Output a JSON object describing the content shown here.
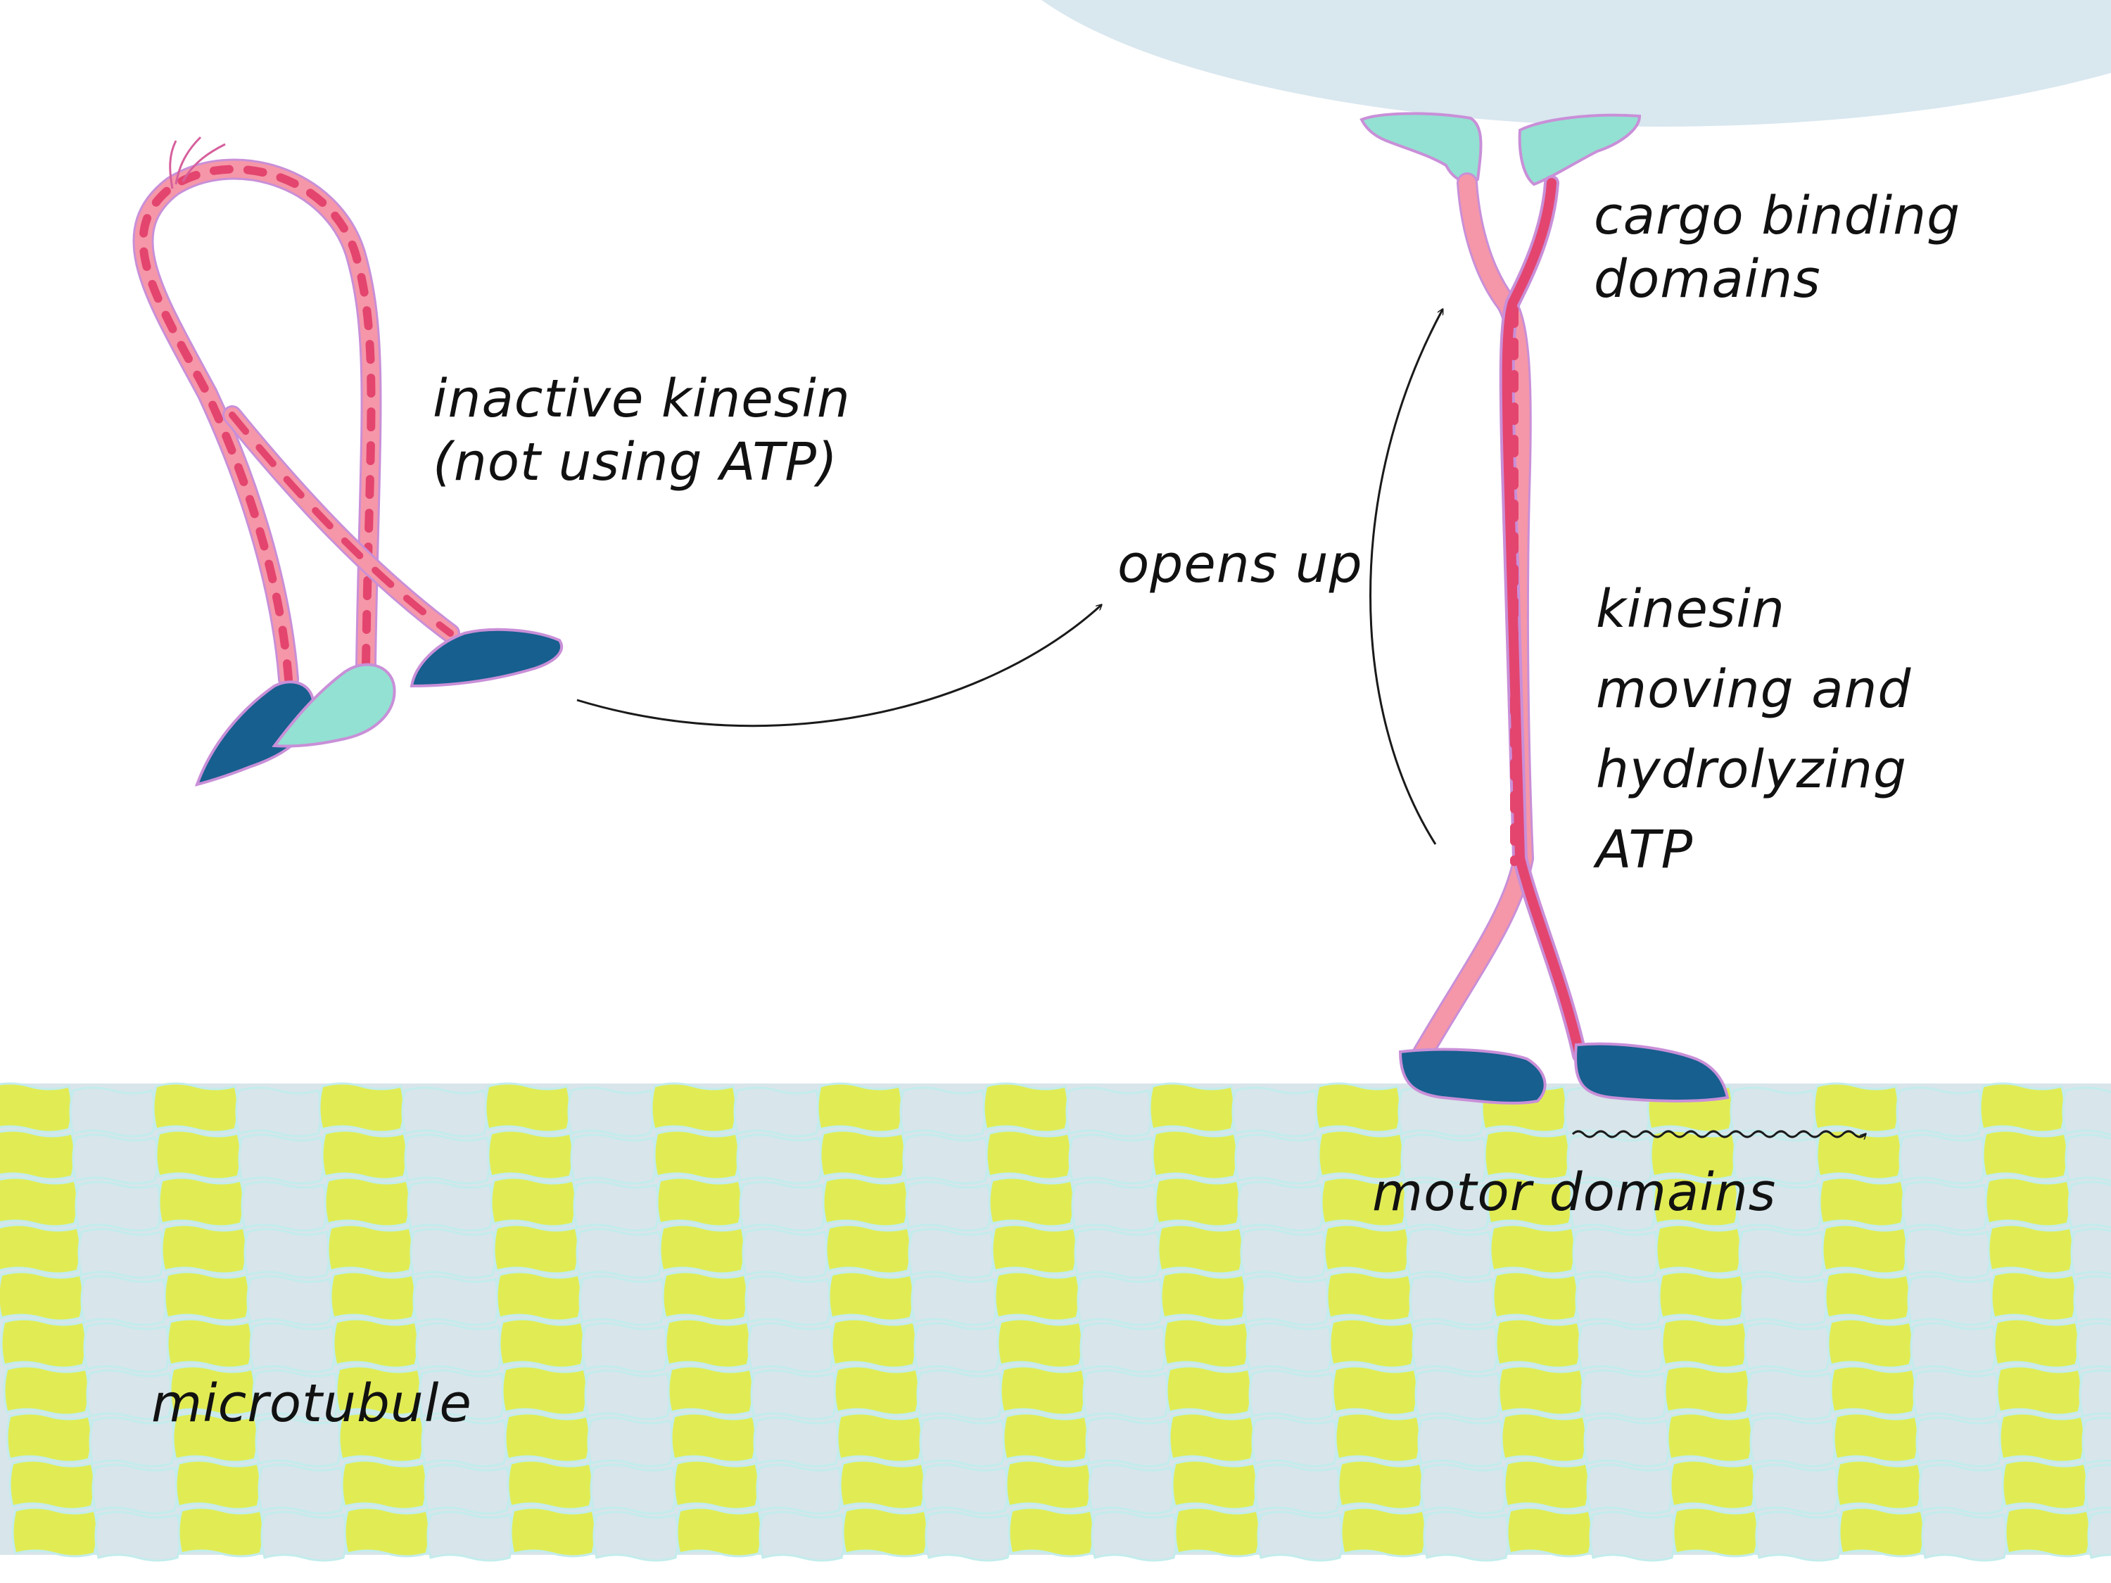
{
  "labels": {
    "inactive_line1": "inactive kinesin",
    "inactive_line2": "(not using ATP)",
    "opens_up": "opens up",
    "cargo_line1": "cargo binding",
    "cargo_line2": "domains",
    "moving_line1": "kinesin",
    "moving_line2": "moving and",
    "moving_line3": "hydrolyzing",
    "moving_line4": "ATP",
    "motor_domains": "motor domains",
    "microtubule": "microtubule"
  },
  "colors": {
    "background": "#ffffff",
    "cargo": "#d9e7ef",
    "tubulin_alpha": "#e1ec55",
    "tubulin_beta": "#d8e5ea",
    "tubulin_outline": "#c3ecec",
    "coil_light": "#f597a8",
    "coil_dark": "#e3456f",
    "coil_outline": "#c98fd8",
    "motor_domain": "#165f8e",
    "cargo_domain": "#93e1d2",
    "arrow": "#1a1a1a"
  }
}
